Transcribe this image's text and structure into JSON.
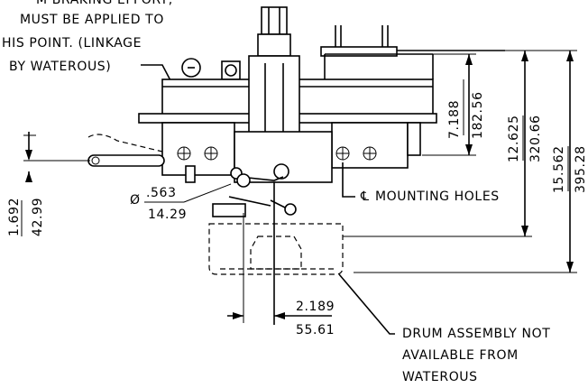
{
  "note_top": {
    "lines": [
      "M BRAKING EFFORT,",
      "MUST BE APPLIED TO",
      "HIS POINT.  (LINKAGE",
      "BY WATEROUS)"
    ]
  },
  "dimensions": {
    "d7188": {
      "in": "7.188",
      "mm": "182.56"
    },
    "d12625": {
      "in": "12.625",
      "mm": "320.66"
    },
    "d15562": {
      "in": "15.562",
      "mm": "395.28"
    },
    "d1692": {
      "in": "1.692",
      "mm": "42.99"
    },
    "d563": {
      "symbol": "Ø",
      "in": ".563",
      "mm": "14.29"
    },
    "d2189": {
      "in": "2.189",
      "mm": "55.61"
    }
  },
  "labels": {
    "mounting_holes": "MOUNTING HOLES",
    "drum_note": [
      "DRUM ASSEMBLY NOT",
      "AVAILABLE FROM",
      "WATEROUS"
    ]
  }
}
